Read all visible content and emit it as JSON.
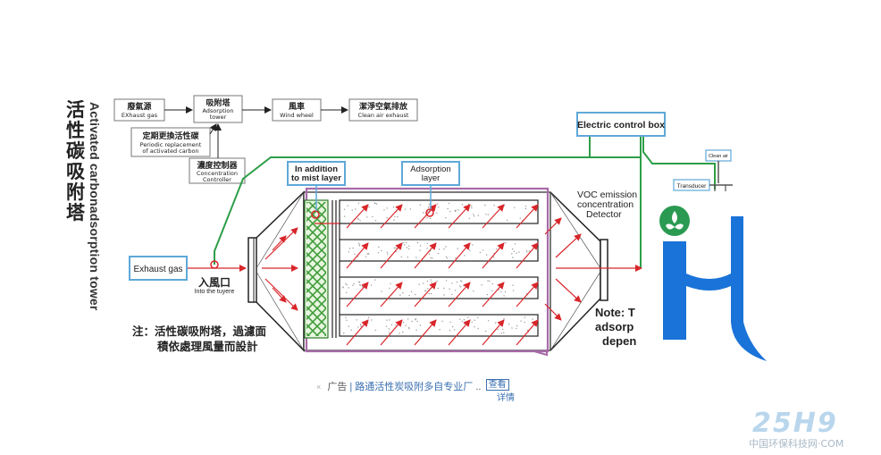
{
  "title_cn": "活性碳吸附塔",
  "title_en": "Activated carbonadsorption tower",
  "flow": {
    "exhaust_source": {
      "cn": "廢氣源",
      "en": "EXhaust gas"
    },
    "adsorption_tower": {
      "cn": "吸附塔",
      "en1": "Adsorption",
      "en2": "tower"
    },
    "wind_wheel": {
      "cn": "風車",
      "en": "Wind wheel"
    },
    "clean_air": {
      "cn": "潔淨空氣排放",
      "en": "Clean air exhaust"
    },
    "replace": {
      "cn": "定期更換活性碳",
      "en1": "Periodic replacement",
      "en2": "of activated carbon"
    },
    "controller": {
      "cn": "濃度控制器",
      "en1": "Concentration",
      "en2": "Controller"
    }
  },
  "labels": {
    "exhaust_gas": "Exhaust gas",
    "inlet_cn": "入風口",
    "inlet_en": "Into the tuyere",
    "mist_layer_1": "In addition",
    "mist_layer_2": "to mist layer",
    "adsorption_layer_1": "Adsorption",
    "adsorption_layer_2": "layer",
    "electric_box": "Electric control box",
    "clean_air_small": "Clean air",
    "transducer": "Transducer",
    "voc_1": "VOC emission",
    "voc_2": "concentration",
    "voc_3": "Detector",
    "note_r1": "Note: T",
    "note_r2": "adsorp",
    "note_r3": "depen"
  },
  "note": {
    "line1": "注：活性碳吸附塔，過濾面",
    "line2": "積依處理風量而設計"
  },
  "ad": {
    "mark": "×",
    "prefix": "广告",
    "text": "| 路通活性炭吸附多自专业厂",
    "ellipsis": "..",
    "btn1": "查看",
    "btn2": "详情"
  },
  "watermark": {
    "logo": "25H9",
    "text": "中国环保科技网·COM"
  },
  "colors": {
    "box_border": "#5fa8d8",
    "arrow_red": "#d8262a",
    "pipe_green": "#2e9e48",
    "housing_purple": "#a86aa8",
    "mesh_green": "#52b54a",
    "logo_blue": "#1a73d8",
    "logo_green": "#2a9a52"
  }
}
